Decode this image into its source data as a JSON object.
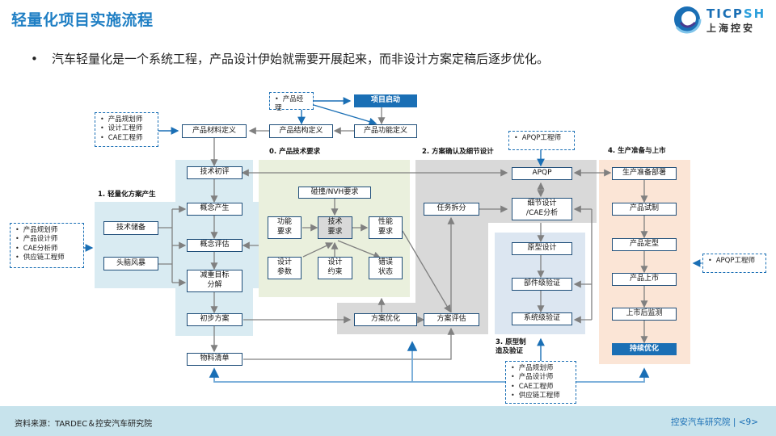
{
  "header": {
    "title": "轻量化项目实施流程",
    "logo_text_main": "TICP",
    "logo_text_accent": "SH",
    "logo_subtitle": "上海控安"
  },
  "summary": {
    "bullet": "•",
    "text": "汽车轻量化是一个系统工程，产品设计伊始就需要开展起来，而非设计方案定稿后逐步优化。"
  },
  "colors": {
    "accent_blue": "#1a6fb5",
    "box_border": "#1f4e79",
    "stage1_bg": "#d9ebf2",
    "stage0_bg": "#eaf0dd",
    "stage2_bg": "#d9d9d9",
    "stage3_bg": "#dce6f1",
    "stage4_bg": "#fbe5d6",
    "arrow_grey": "#808080",
    "arrow_blue": "#1a6fb5"
  },
  "top": {
    "pm_roles": [
      "产品经理"
    ],
    "project_start": "项目启动",
    "product_function_def": "产品功能定义",
    "product_structure_def": "产品结构定义",
    "product_material_def": "产品材料定义",
    "material_roles": [
      "产品规划师",
      "设计工程师",
      "CAE工程师"
    ]
  },
  "stages": {
    "s0": {
      "label": "0. 产品技术要求"
    },
    "s1": {
      "label": "1. 轻量化方案产生"
    },
    "s2": {
      "label": "2. 方案确认及细节设计"
    },
    "s3": {
      "label": "3. 原型制\n造及验证"
    },
    "s4": {
      "label": "4. 生产准备与上市"
    }
  },
  "stage1": {
    "left_roles": [
      "产品规划师",
      "产品设计师",
      "CAE分析师",
      "供应链工程师"
    ],
    "tech_reserve": "技术储备",
    "brainstorm": "头脑风暴",
    "tech_initial_review": "技术初评",
    "concept_generation": "概念产生",
    "concept_evaluation": "概念评估",
    "weight_target": "减重目标\n分解",
    "preliminary_plan": "初步方案",
    "bom": "物料清单"
  },
  "stage0": {
    "crash_nvh": "碰撞/NVH要求",
    "function_req": "功能\n要求",
    "tech_req": "技术\n要求",
    "performance_req": "性能\n要求",
    "design_params": "设计\n参数",
    "design_constraints": "设计\n约束",
    "misuse_state": "错误\n状态"
  },
  "stage2": {
    "apqp_roles": [
      "APQP工程师"
    ],
    "apqp": "APQP",
    "task_breakdown": "任务拆分",
    "detail_design": "细节设计\n/CAE分析",
    "plan_optimization": "方案优化",
    "plan_evaluation": "方案评估"
  },
  "stage3": {
    "prototype_design": "原型设计",
    "component_validation": "部件级验证",
    "system_validation": "系统级验证",
    "bottom_roles": [
      "产品规划师",
      "产品设计师",
      "CAE工程师",
      "供应链工程师"
    ]
  },
  "stage4": {
    "production_prep": "生产准备部署",
    "trial_production": "产品试制",
    "product_finalize": "产品定型",
    "product_launch": "产品上市",
    "post_launch_monitor": "上市后监测",
    "continuous_optimization": "持续优化",
    "apqp_roles": [
      "APQP工程师"
    ]
  },
  "footer": {
    "source": "资料来源：TARDEC＆控安汽车研究院",
    "org": "控安汽车研究院",
    "separator": "|",
    "page": "<9>"
  }
}
